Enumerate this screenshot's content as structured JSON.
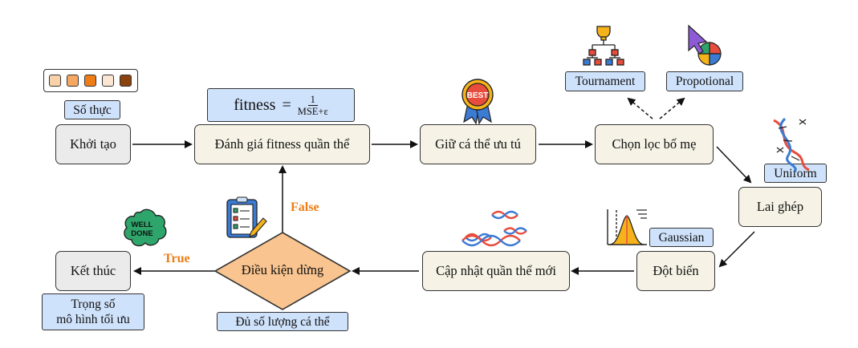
{
  "nodes": {
    "init": "Khởi tạo",
    "evaluate": "Đánh giá fitness quần thể",
    "elite": "Giữ cá thể ưu tú",
    "select": "Chọn lọc bố mẹ",
    "crossover": "Lai ghép",
    "mutation": "Đột biến",
    "update": "Cập nhật quần thể mới",
    "stop": "Điều kiện dừng",
    "end": "Kết thúc"
  },
  "tags": {
    "real": "Số thực",
    "tournament": "Tournament",
    "proportional": "Propotional",
    "uniform": "Uniform",
    "gaussian": "Gaussian",
    "enough": "Đủ số lượng cá thể",
    "weights_line1": "Trọng số",
    "weights_line2": "mô hình tối ưu"
  },
  "formula": {
    "lhs": "fitness",
    "eq": "=",
    "numerator": "1",
    "denominator": "MSE+ε"
  },
  "edge_labels": {
    "true": "True",
    "false": "False"
  },
  "icons": {
    "best_badge_text": "BEST",
    "well_done_line1": "WELL",
    "well_done_line2": "DONE",
    "swatch_colors": [
      "#f9d2a9",
      "#f6a862",
      "#ee7d16",
      "#fbe6d4",
      "#8a420e"
    ]
  },
  "colors": {
    "node_fill": "#f6f3e6",
    "terminal_fill": "#ebebeb",
    "tag_fill": "#cfe2fb",
    "decision_fill": "#f9c48f",
    "label_orange": "#ee7d16"
  }
}
